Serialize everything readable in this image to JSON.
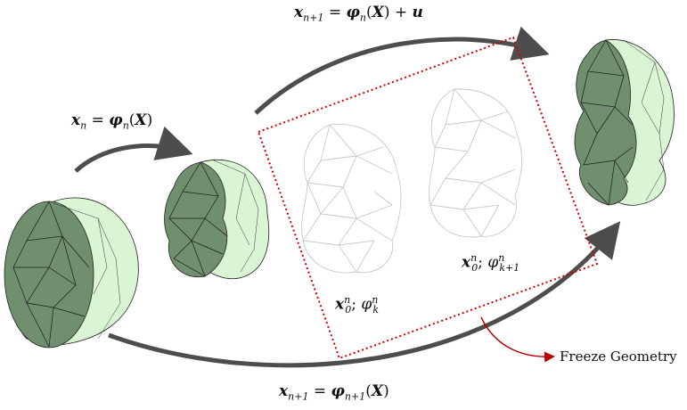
{
  "labels": {
    "top": {
      "lhs": "x",
      "lhs_sub": "n+1",
      "rhs_fn": "φ",
      "rhs_sub": "n",
      "arg": "X",
      "plus": "+",
      "extra": "u"
    },
    "left": {
      "lhs": "x",
      "lhs_sub": "n",
      "rhs_fn": "φ",
      "rhs_sub": "n",
      "arg": "X"
    },
    "bottom": {
      "lhs": "x",
      "lhs_sub": "n+1",
      "rhs_fn": "φ",
      "rhs_sub": "n+1",
      "arg": "X"
    },
    "frame1": {
      "x": "x",
      "x_sup": "n",
      "x_sub": "0",
      "phi": "φ",
      "phi_sup": "n",
      "phi_sub": "k"
    },
    "frame2": {
      "x": "x",
      "x_sup": "n",
      "x_sub": "0",
      "phi": "φ",
      "phi_sup": "n",
      "phi_sub": "k+1"
    },
    "freeze": "Freeze Geometry"
  },
  "colors": {
    "solid_dark": "#6f8f6f",
    "solid_light": "#d9f5d3",
    "arrow": "#4d4d4d",
    "freeze_frame": "#d00000",
    "wire": "#c8c8c8"
  }
}
